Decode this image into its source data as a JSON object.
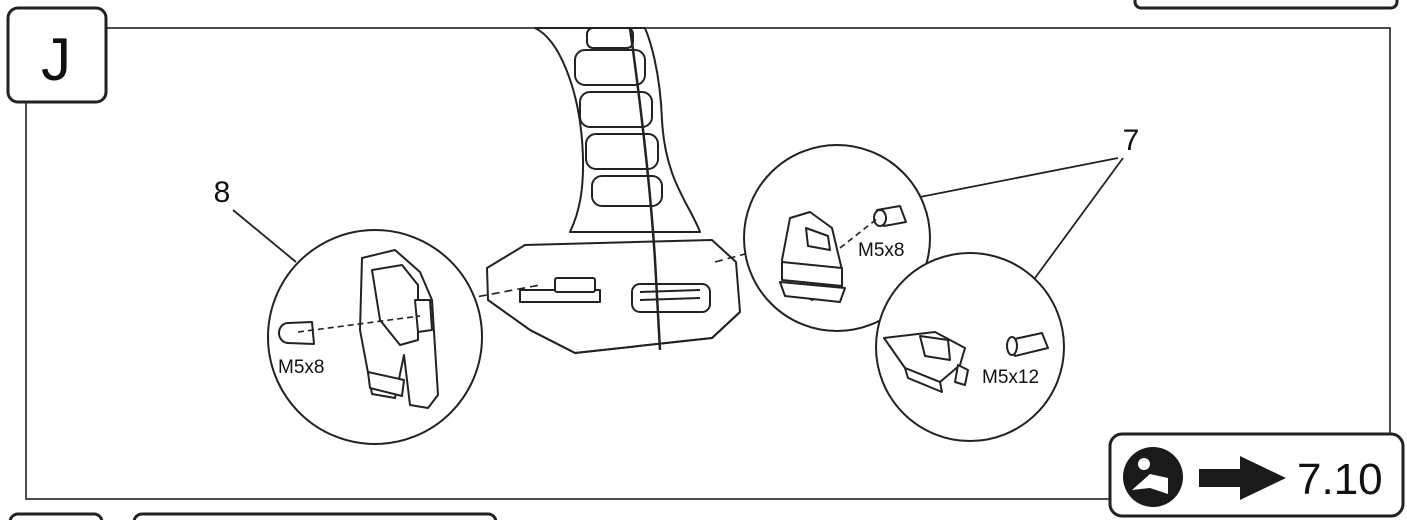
{
  "panel": {
    "letter": "J",
    "ref_section": "7.10"
  },
  "callouts": {
    "left_number": "8",
    "right_number": "7"
  },
  "screws": {
    "left": "M5x8",
    "right_top": "M5x8",
    "right_bottom": "M5x12"
  },
  "icons": {
    "manual": "read-manual-icon",
    "arrow": "arrow-right-icon"
  },
  "colors": {
    "line": "#1a1a1a",
    "background": "#ffffff"
  }
}
